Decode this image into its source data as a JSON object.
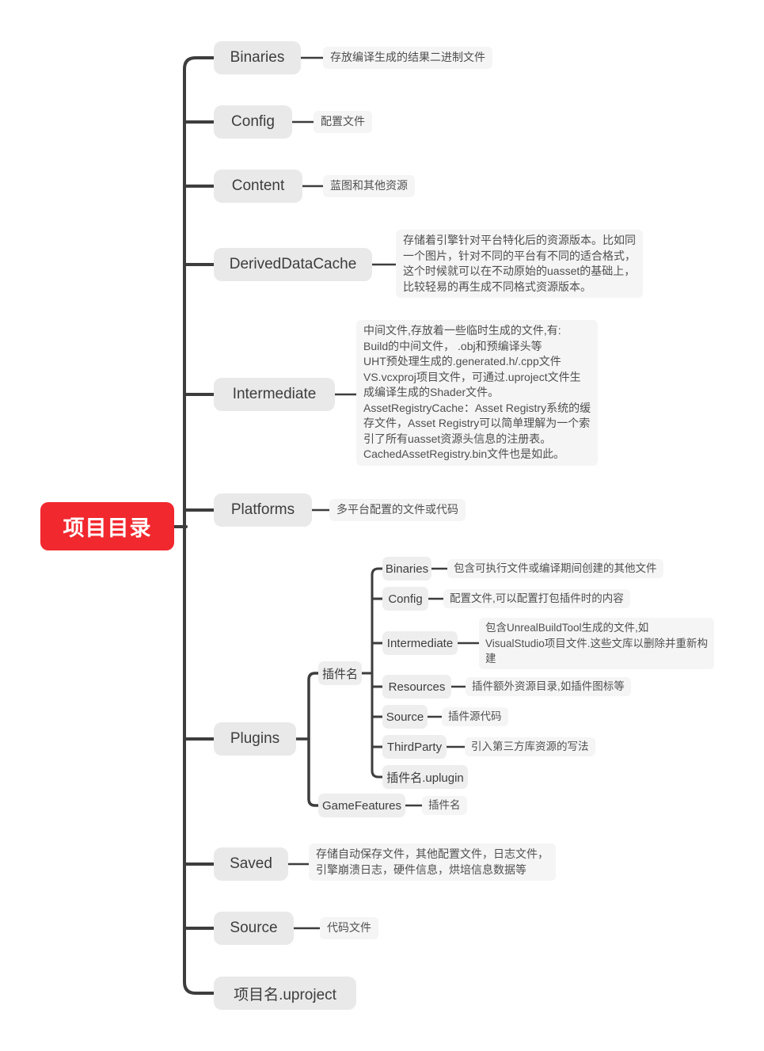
{
  "root": {
    "label": "项目目录"
  },
  "colors": {
    "root_bg": "#f1282e",
    "root_text": "#ffffff",
    "node_bg": "#e9e9e9",
    "note_bg": "#f5f5f5",
    "line": "#3d3d3d"
  },
  "branches": [
    {
      "label": "Binaries",
      "note": "存放编译生成的结果二进制文件"
    },
    {
      "label": "Config",
      "note": "配置文件"
    },
    {
      "label": "Content",
      "note": "蓝图和其他资源"
    },
    {
      "label": "DerivedDataCache",
      "note": "存储着引擎针对平台特化后的资源版本。比如同\n一个图片，针对不同的平台有不同的适合格式，\n这个时候就可以在不动原始的uasset的基础上，\n比较轻易的再生成不同格式资源版本。"
    },
    {
      "label": "Intermediate",
      "note": "中间文件,存放着一些临时生成的文件,有:\nBuild的中间文件， .obj和预编译头等\nUHT预处理生成的.generated.h/.cpp文件\nVS.vcxproj项目文件，可通过.uproject文件生\n成编译生成的Shader文件。\nAssetRegistryCache：Asset Registry系统的缓\n存文件，Asset Registry可以简单理解为一个索\n引了所有uasset资源头信息的注册表。\nCachedAssetRegistry.bin文件也是如此。"
    },
    {
      "label": "Platforms",
      "note": "多平台配置的文件或代码"
    },
    {
      "label": "Plugins"
    },
    {
      "label": "Saved",
      "note": "存储自动保存文件，其他配置文件，日志文件，\n引擎崩溃日志，硬件信息，烘培信息数据等"
    },
    {
      "label": "Source",
      "note": "代码文件"
    },
    {
      "label": "项目名.uproject"
    }
  ],
  "plugins": {
    "plugin_name": {
      "label": "插件名",
      "children": [
        {
          "label": "Binaries",
          "note": "包含可执行文件或编译期间创建的其他文件"
        },
        {
          "label": "Config",
          "note": "配置文件,可以配置打包插件时的内容"
        },
        {
          "label": "Intermediate",
          "note": "包含UnrealBuildTool生成的文件,如\nVisualStudio项目文件.这些文库以删除并重新构\n建"
        },
        {
          "label": "Resources",
          "note": "插件额外资源目录,如插件图标等"
        },
        {
          "label": "Source",
          "note": "插件源代码"
        },
        {
          "label": "ThirdParty",
          "note": "引入第三方库资源的写法"
        },
        {
          "label": "插件名.uplugin"
        }
      ]
    },
    "game_features": {
      "label": "GameFeatures",
      "note": "插件名"
    }
  }
}
